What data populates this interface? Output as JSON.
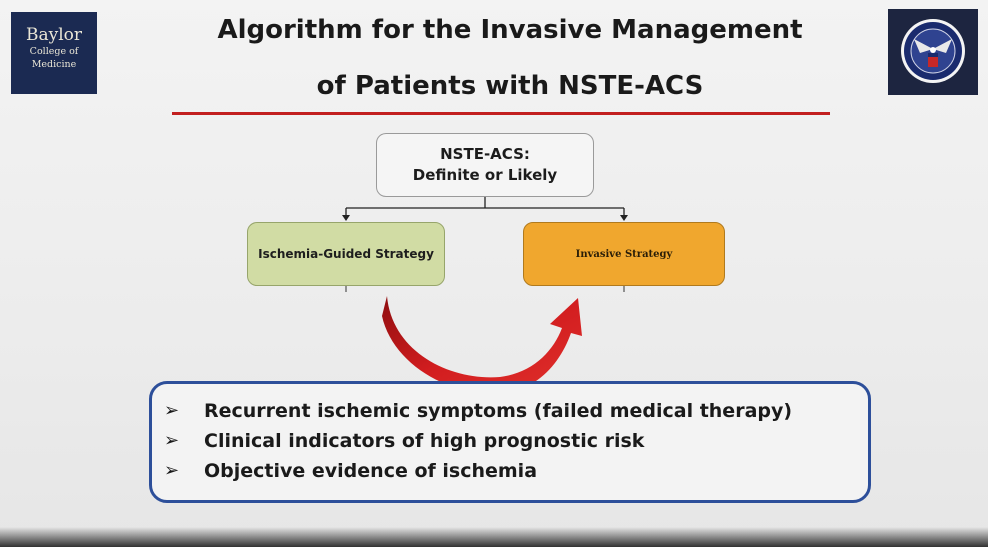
{
  "slide": {
    "title_line1": "Algorithm for the Invasive Management",
    "title_line2": "of Patients with NSTE-ACS",
    "logo_left": {
      "line1": "Baylor",
      "line2": "College of",
      "line3": "Medicine"
    },
    "logo_right_icon": "seal-emblem-icon"
  },
  "flowchart": {
    "top_node": {
      "line1": "NSTE-ACS:",
      "line2": "Definite or Likely"
    },
    "left_node": "Ischemia-Guided Strategy",
    "right_node": "Invasive Strategy",
    "criteria": [
      "Recurrent ischemic symptoms (failed medical therapy)",
      "Clinical indicators of high prognostic risk",
      "Objective evidence of ischemia"
    ],
    "bullet_glyph": "➢"
  },
  "colors": {
    "title_rule": "#c21f1f",
    "left_node_fill": "#d1dca4",
    "right_node_fill": "#f0a72e",
    "criteria_border": "#2d4f9a",
    "arrow_red": "#c8191b"
  }
}
